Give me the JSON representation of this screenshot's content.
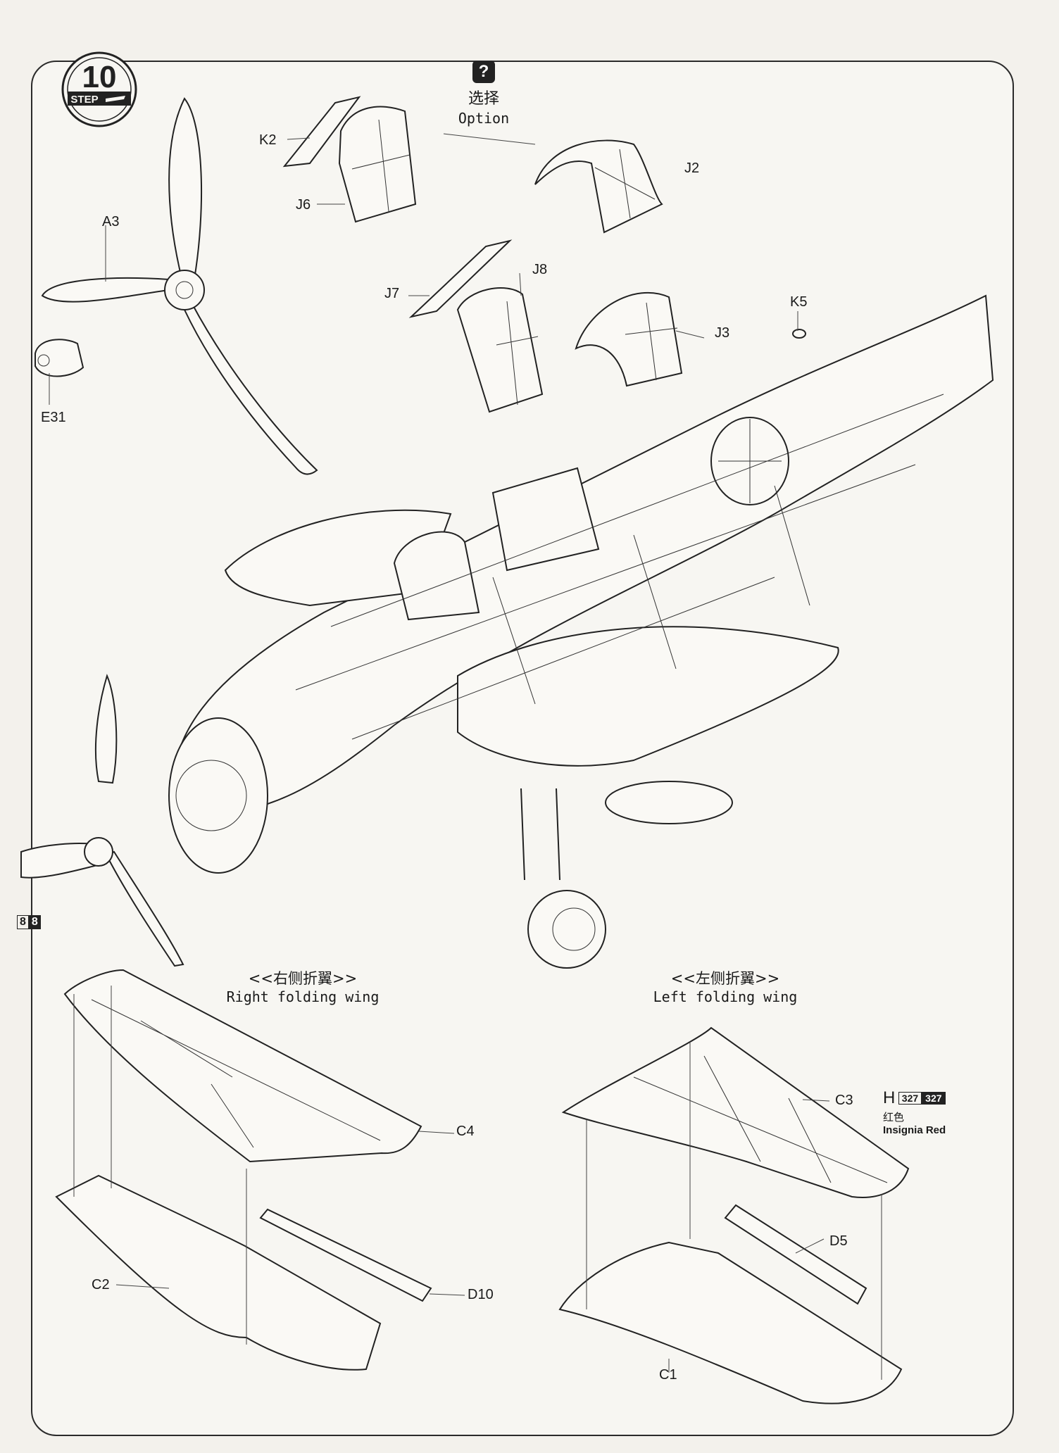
{
  "step": {
    "number": "10",
    "word": "STEP"
  },
  "option": {
    "icon": "question-icon",
    "glyph": "?",
    "label_cn": "选择",
    "label_en": "Option"
  },
  "parts": {
    "k2": "K2",
    "j6": "J6",
    "j2": "J2",
    "a3": "A3",
    "e31": "E31",
    "j7": "J7",
    "j8": "J8",
    "j3": "J3",
    "k5": "K5",
    "c4": "C4",
    "c2": "C2",
    "d10": "D10",
    "c3": "C3",
    "d5": "D5",
    "c1": "C1"
  },
  "sections": {
    "right_wing": {
      "label_cn": "<<右侧折翼>>",
      "label_en": "Right folding wing"
    },
    "left_wing": {
      "label_cn": "<<左侧折翼>>",
      "label_en": "Left folding wing"
    }
  },
  "paint": {
    "prefix": "H",
    "code1": "327",
    "code2": "327",
    "name_cn": "红色",
    "name_en": "Insignia Red"
  },
  "edge_tab": {
    "a": "8",
    "b": "8"
  },
  "colors": {
    "ink": "#1a1a1a",
    "paper": "#f3f1ec"
  }
}
